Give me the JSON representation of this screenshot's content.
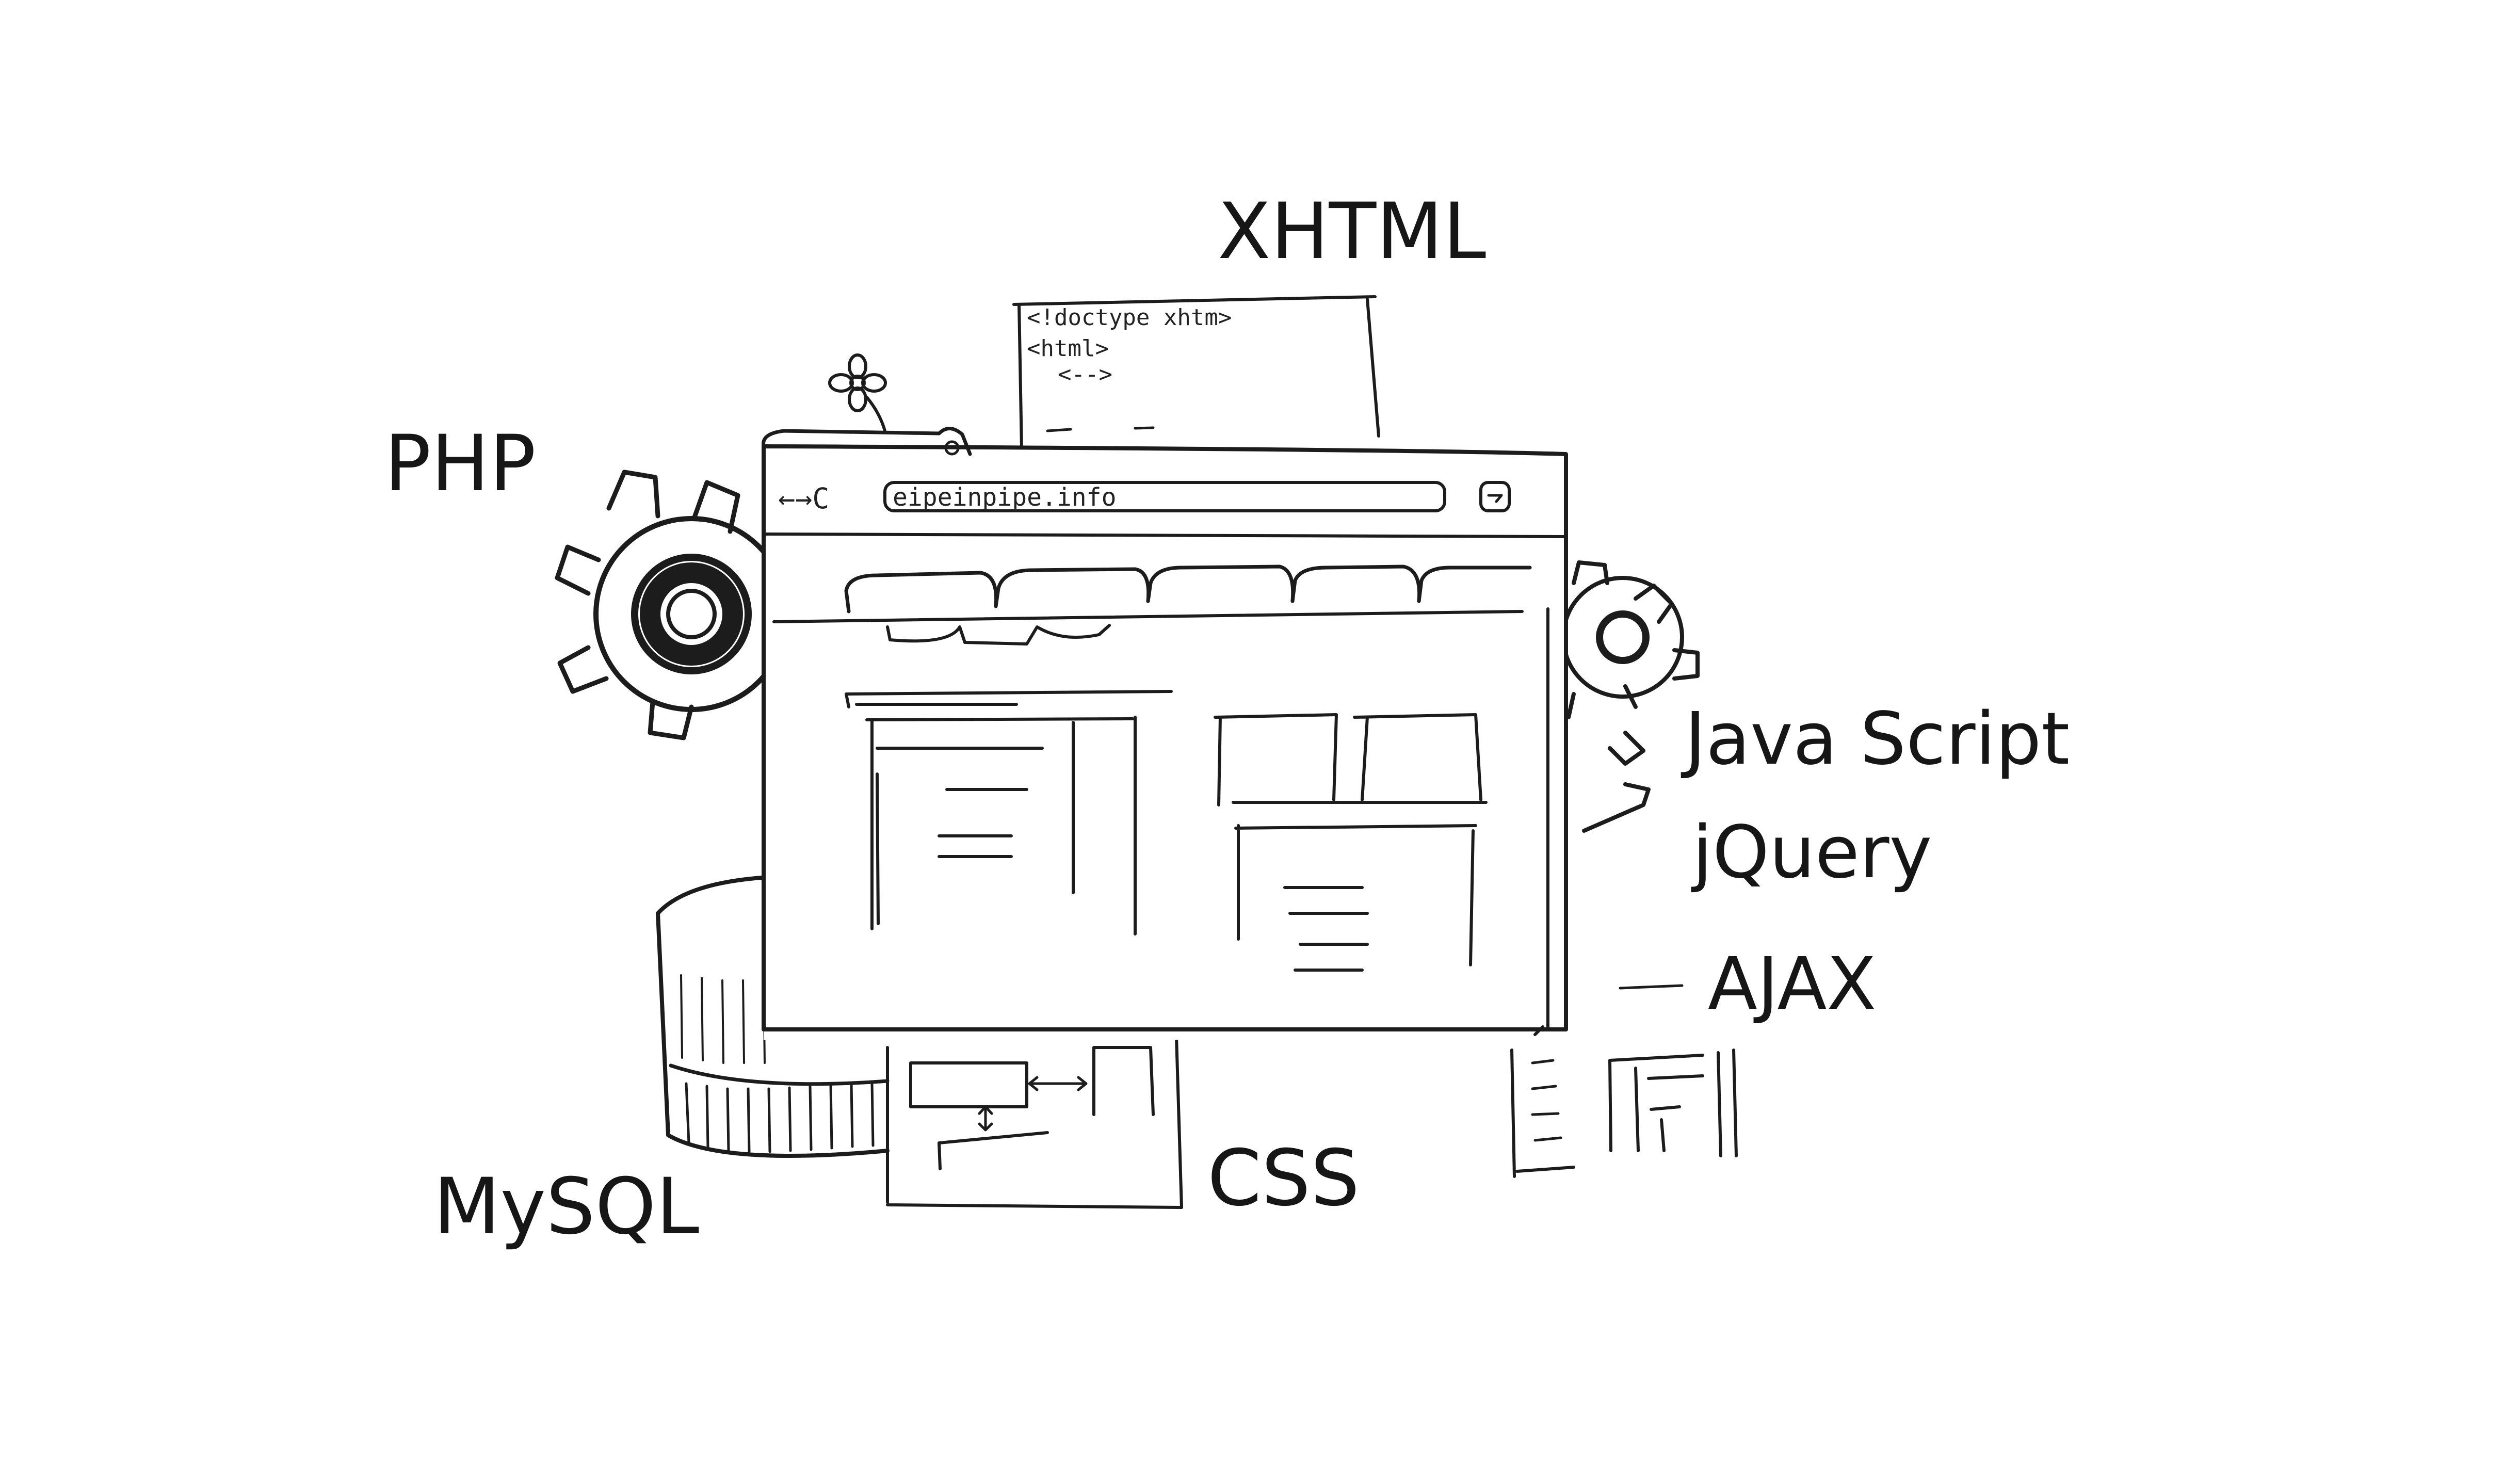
{
  "labels": {
    "xhtml": "XHTML",
    "php": "PHP",
    "javascript": "Java Script",
    "jquery": "jQuery",
    "ajax": "AJAX",
    "mysql": "MySQL",
    "css": "CSS"
  },
  "code_page": {
    "line1": "<!doctype xhtm>",
    "line2": "<html>",
    "line3": "<-->"
  },
  "browser": {
    "nav_glyph": "←→C",
    "address": "eipeinpipe.info"
  },
  "icons": [
    "gear-icon",
    "database-icon",
    "flower-icon",
    "browser-window-icon"
  ]
}
